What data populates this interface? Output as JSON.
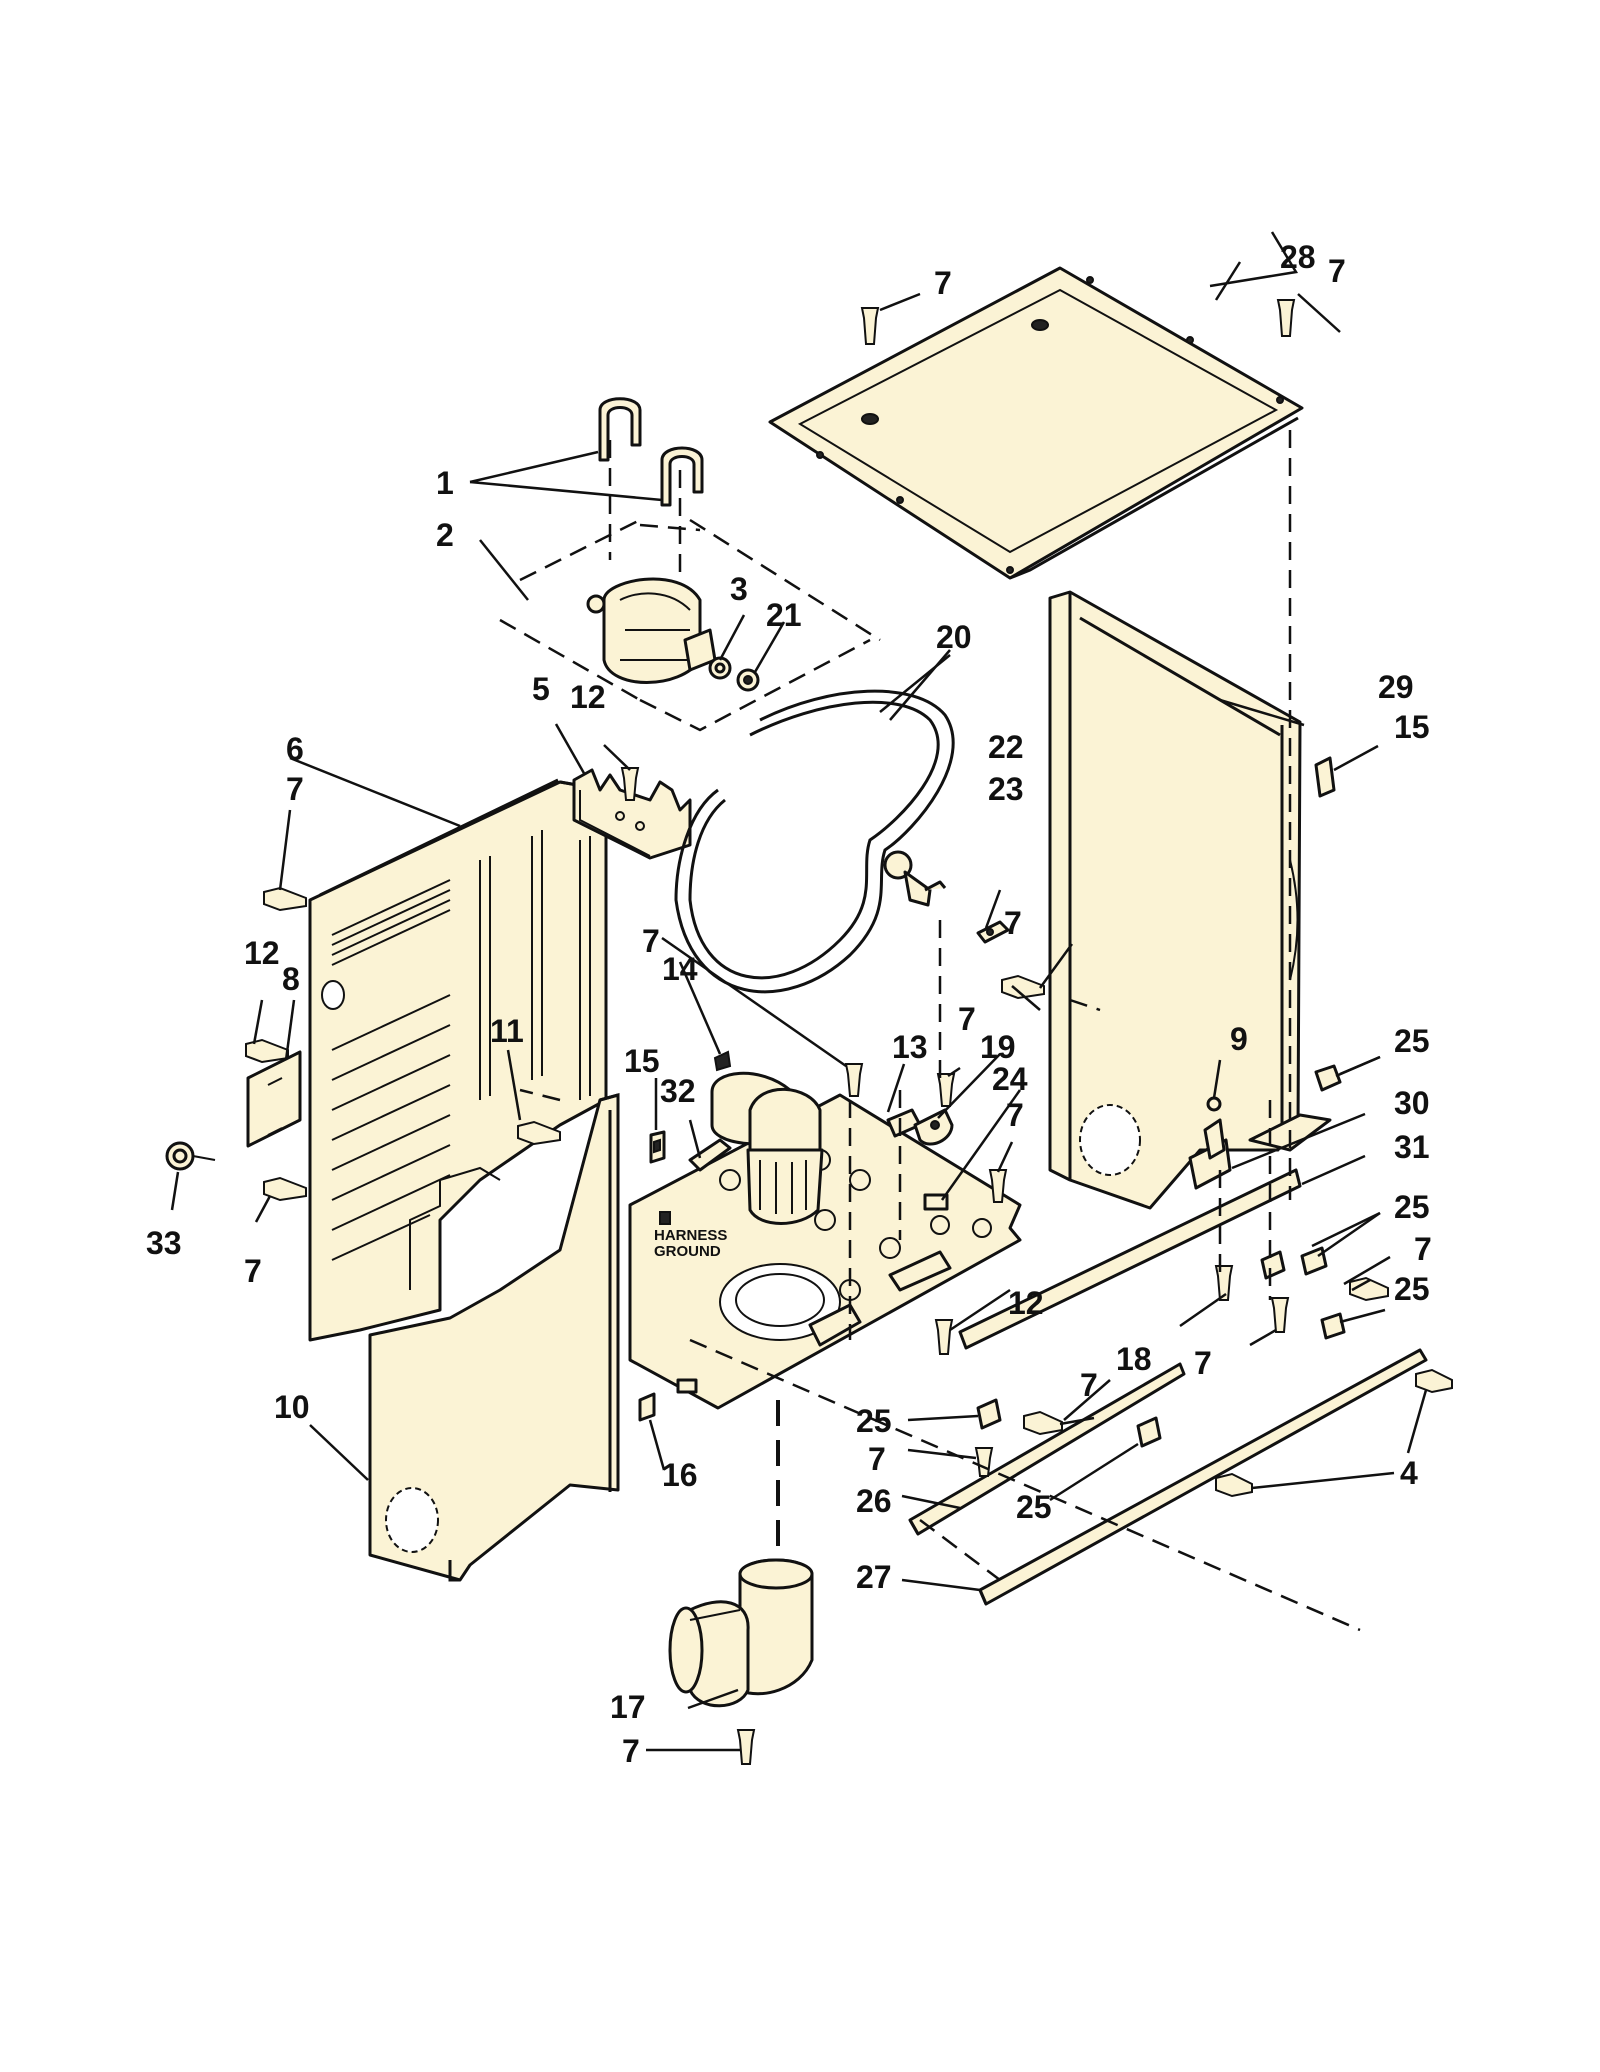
{
  "diagram": {
    "callouts": {
      "c1": "1",
      "c2": "2",
      "c3": "3",
      "c4": "4",
      "c5": "5",
      "c6": "6",
      "c8": "8",
      "c9": "9",
      "c10": "10",
      "c11": "11",
      "c13": "13",
      "c14": "14",
      "c16": "16",
      "c17": "17",
      "c18": "18",
      "c19": "19",
      "c20": "20",
      "c21": "21",
      "c22": "22",
      "c23": "23",
      "c24": "24",
      "c26": "26",
      "c27": "27",
      "c28": "28",
      "c29": "29",
      "c30": "30",
      "c31": "31",
      "c32": "32",
      "c33": "33",
      "c7": "7",
      "c12": "12",
      "c15": "15",
      "c25": "25"
    },
    "harness_ground_label": [
      "HARNESS",
      "GROUND"
    ]
  }
}
